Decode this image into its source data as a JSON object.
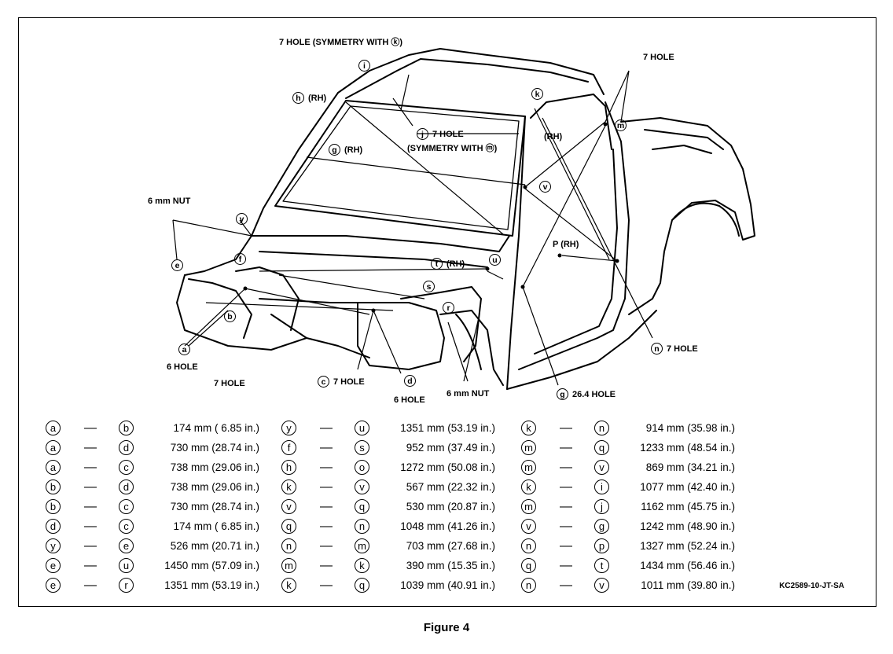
{
  "caption": "Figure 4",
  "ref_code": "KC2589-10-JT-SA",
  "callouts": {
    "top_hole": "7 HOLE (SYMMETRY WITH ⓚ)",
    "i": "i",
    "h_rh": "(RH)",
    "j_hole": "7 HOLE",
    "j_sym": "(SYMMETRY WITH ⓜ)",
    "g_rh": "(RH)",
    "k": "k",
    "m_hole": "7 HOLE",
    "rh_right": "(RH)",
    "v": "v",
    "nut_y": "6 mm NUT",
    "p_rh": "P (RH)",
    "t_rh": "(RH)",
    "a_hole": "6 HOLE",
    "b_hole": "7 HOLE",
    "c_hole": "7 HOLE",
    "d_hole": "6 HOLE",
    "nut_r": "6 mm NUT",
    "g_hole": "26.4 HOLE",
    "n_hole": "7 HOLE"
  },
  "table": [
    [
      [
        "a",
        "b",
        "174 mm ( 6.85 in.)"
      ],
      [
        "y",
        "u",
        "1351 mm (53.19 in.)"
      ],
      [
        "k",
        "n",
        "914 mm (35.98 in.)"
      ]
    ],
    [
      [
        "a",
        "d",
        "730 mm (28.74 in.)"
      ],
      [
        "f",
        "s",
        "952 mm (37.49 in.)"
      ],
      [
        "m",
        "q",
        "1233 mm (48.54 in.)"
      ]
    ],
    [
      [
        "a",
        "c",
        "738 mm (29.06 in.)"
      ],
      [
        "h",
        "o",
        "1272 mm (50.08 in.)"
      ],
      [
        "m",
        "v",
        "869 mm (34.21 in.)"
      ]
    ],
    [
      [
        "b",
        "d",
        "738 mm (29.06 in.)"
      ],
      [
        "k",
        "v",
        "567 mm (22.32 in.)"
      ],
      [
        "k",
        "i",
        "1077 mm (42.40 in.)"
      ]
    ],
    [
      [
        "b",
        "c",
        "730 mm (28.74 in.)"
      ],
      [
        "v",
        "q",
        "530 mm (20.87 in.)"
      ],
      [
        "m",
        "j",
        "1162 mm (45.75 in.)"
      ]
    ],
    [
      [
        "d",
        "c",
        "174 mm ( 6.85 in.)"
      ],
      [
        "q",
        "n",
        "1048 mm (41.26 in.)"
      ],
      [
        "v",
        "g",
        "1242 mm (48.90 in.)"
      ]
    ],
    [
      [
        "y",
        "e",
        "526 mm (20.71 in.)"
      ],
      [
        "n",
        "m",
        "703 mm (27.68 in.)"
      ],
      [
        "n",
        "p",
        "1327 mm (52.24 in.)"
      ]
    ],
    [
      [
        "e",
        "u",
        "1450 mm (57.09 in.)"
      ],
      [
        "m",
        "k",
        "390 mm (15.35 in.)"
      ],
      [
        "q",
        "t",
        "1434 mm (56.46 in.)"
      ]
    ],
    [
      [
        "e",
        "r",
        "1351 mm (53.19 in.)"
      ],
      [
        "k",
        "q",
        "1039 mm (40.91 in.)"
      ],
      [
        "n",
        "v",
        "1011 mm (39.80 in.)"
      ]
    ]
  ]
}
